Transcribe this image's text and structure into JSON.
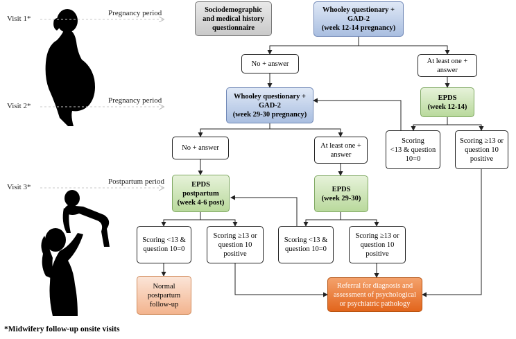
{
  "visits": {
    "visit1": "Visit 1*",
    "visit2": "Visit 2*",
    "visit3": "Visit 3*"
  },
  "periods": {
    "p1": "Pregnancy period",
    "p2": "Pregnancy period",
    "p3": "Postpartum period"
  },
  "boxes": {
    "sociodemo": "Sociodemographic\nand medical history\nquestionnaire",
    "whooley1": "Whooley questionary +\nGAD-2\n(week 12-14 pregnancy)",
    "no_answer_1": "No + answer",
    "at_least_one_1": "At least one +\nanswer",
    "whooley2": "Whooley questionary +\nGAD-2\n(week 29-30 pregnancy)",
    "epds_12": "EPDS\n(week 12-14)",
    "scoring_lt13_a": "Scoring\n<13 & question\n10=0",
    "scoring_ge13_a": "Scoring ≥13 or\nquestion 10\npositive",
    "no_answer_2": "No + answer",
    "at_least_one_2": "At least one +\nanswer",
    "epds_pp": "EPDS\npostpartum\n(week 4-6 post)",
    "epds_29": "EPDS\n(week 29-30)",
    "scoring_lt13_b": "Scoring <13 &\nquestion 10=0",
    "scoring_ge13_b": "Scoring ≥13 or\nquestion 10\npositive",
    "scoring_lt13_c": "Scoring <13 &\nquestion 10=0",
    "scoring_ge13_c": "Scoring ≥13 or\nquestion 10\npositive",
    "normal": "Normal\npostpartum\nfollow-up",
    "referral": "Referral for diagnosis and\nassessment of psychological\nor psychiatric pathology"
  },
  "footnote": "*Midwifery follow-up onsite visits"
}
